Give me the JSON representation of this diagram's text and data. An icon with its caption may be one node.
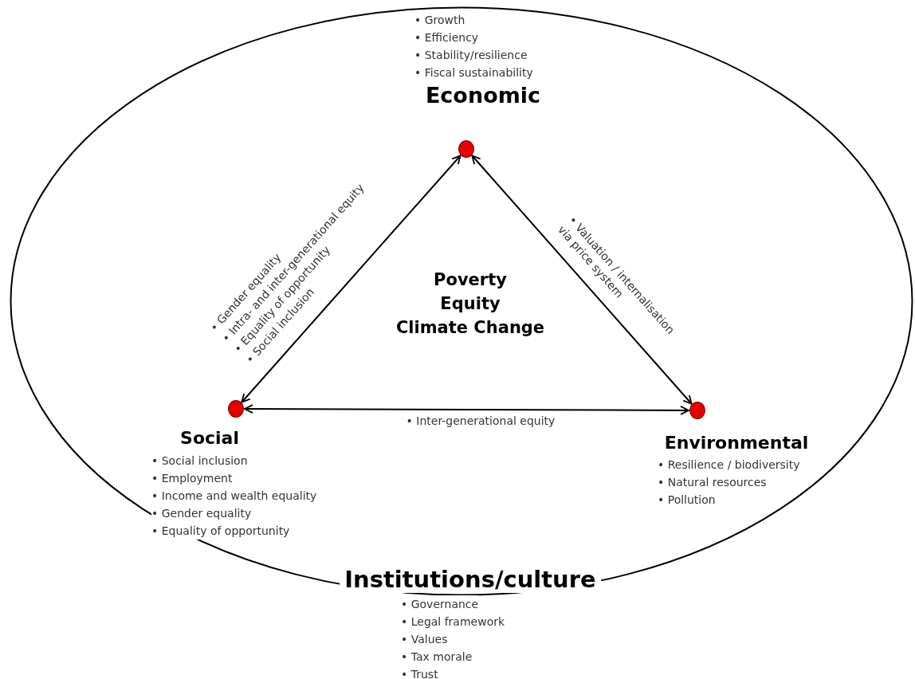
{
  "diagram": {
    "nodes": [
      {
        "text": [
          "Institutions/culture"
        ],
        "beside": [
          "• Governance",
          "• Legal framework",
          "• Values",
          "• Tax morale",
          "• Trust"
        ]
      },
      {
        "text": [
          "Economic"
        ],
        "in": 0,
        "beside": [
          "• Growth",
          "• Efficiency",
          "• Stability/resilience",
          "• Fiscal sustainability"
        ]
      },
      {
        "text": [
          "Social"
        ],
        "in": 0,
        "beside": [
          "• Social inclusion",
          "• Employment",
          "• Income and wealth equality",
          "• Gender equality",
          "• Equality of opportunity"
        ]
      },
      {
        "text": [
          "Environmental"
        ],
        "in": 0,
        "beside": [
          "• Resilience / biodiversity",
          "• Natural resources",
          "• Pollution"
        ]
      }
    ],
    "edges": [
      {
        "from": 1,
        "to": 2,
        "arrow": "both"
      },
      {
        "from": 1,
        "to": 3,
        "arrow": "both",
        "label": "• Valuation / internalisation via price system"
      },
      {
        "from": 2,
        "to": 3,
        "arrow": "both",
        "label": "• Inter-generational equity"
      }
    ],
    "labels": [
      "• Gender equality",
      "• Intra- and inter-generational  equity",
      "• Equality of opportunity",
      "• Social inclusion",
      "Poverty",
      "Equity",
      "Climate Change"
    ]
  }
}
